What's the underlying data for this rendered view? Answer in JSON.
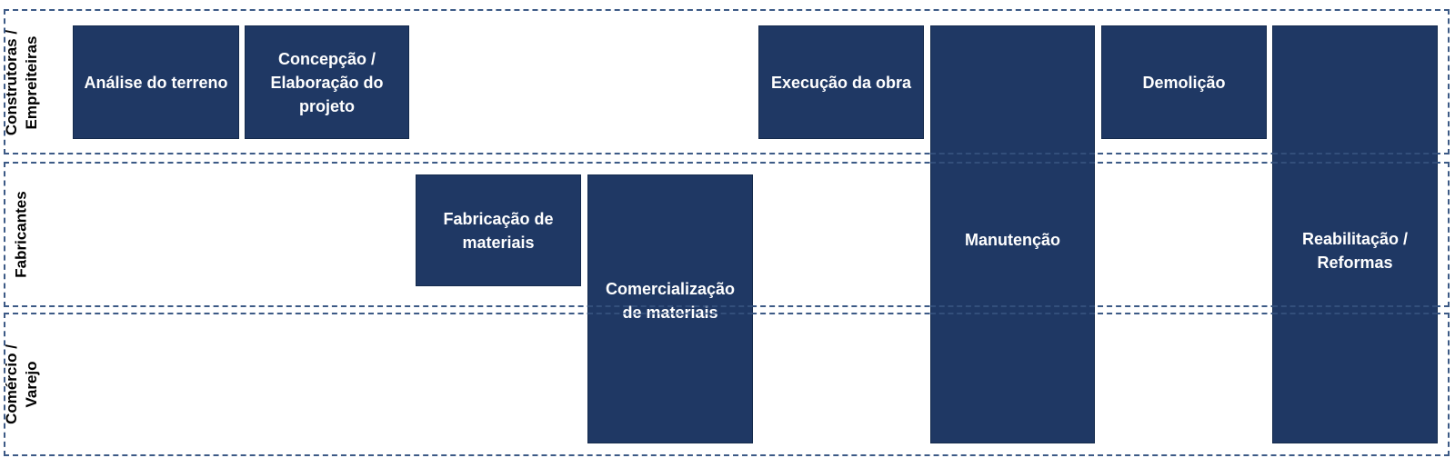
{
  "lanes": [
    {
      "label": "Construtoras /\nEmpreiteiras"
    },
    {
      "label": "Fabricantes"
    },
    {
      "label": "Comércio /\nVarejo"
    }
  ],
  "stages": {
    "analise": "Análise do terreno",
    "concepcao": "Concepção / Elaboração do projeto",
    "fabricacao": "Fabricação de materiais",
    "comercializacao": "Comercialização de materiais",
    "execucao": "Execução da obra",
    "manutencao": "Manutenção",
    "demolicao": "Demolição",
    "reabilitacao": "Reabilitação / Reformas"
  },
  "colors": {
    "box_fill": "#1f3864",
    "box_text": "#ffffff",
    "lane_border": "#3c5a86"
  }
}
